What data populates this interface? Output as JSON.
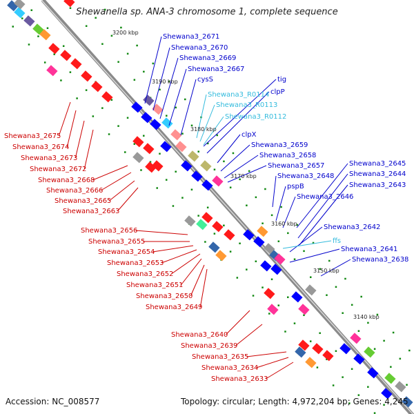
{
  "header": {
    "title": "Shewanella sp. ANA-3 chromosome 1, complete sequence"
  },
  "footer": {
    "accession": "Accession: NC_008577",
    "topology": "Topology: circular; Length: 4,972,204 bp; Genes: 4,245"
  },
  "kbp_ticks": [
    "3200 kbp",
    "3190 kbp",
    "3180 kbp",
    "3170 kbp",
    "3160 kbp",
    "3150 kbp",
    "3140 kbp"
  ],
  "blue_labels": [
    "Shewana3_2671",
    "Shewana3_2670",
    "Shewana3_2669",
    "Shewana3_2667",
    "cysS",
    "tig",
    "clpP",
    "clpX",
    "Shewana3_2659",
    "Shewana3_2658",
    "Shewana3_2657",
    "Shewana3_2648",
    "pspB",
    "Shewana3_2646",
    "Shewana3_2645",
    "Shewana3_2644",
    "Shewana3_2643",
    "Shewana3_2642",
    "Shewana3_2641",
    "Shewana3_2638"
  ],
  "cyan_labels": [
    "Shewana3_R0114",
    "Shewana3_R0113",
    "Shewana3_R0112",
    "ffs"
  ],
  "red_labels": [
    "Shewana3_2675",
    "Shewana3_2674",
    "Shewana3_2673",
    "Shewana3_2672",
    "Shewana3_2668",
    "Shewana3_2666",
    "Shewana3_2665",
    "Shewana3_2663",
    "Shewana3_2656",
    "Shewana3_2655",
    "Shewana3_2654",
    "Shewana3_2653",
    "Shewana3_2652",
    "Shewana3_2651",
    "Shewana3_2650",
    "Shewana3_2649",
    "Shewana3_2640",
    "Shewana3_2639",
    "Shewana3_2635",
    "Shewana3_2634",
    "Shewana3_2633"
  ],
  "colors": {
    "forward_gene": "#ff1a1a",
    "reverse_gene": "#0000ff",
    "backbone": "#999999",
    "tick": "#118811"
  }
}
